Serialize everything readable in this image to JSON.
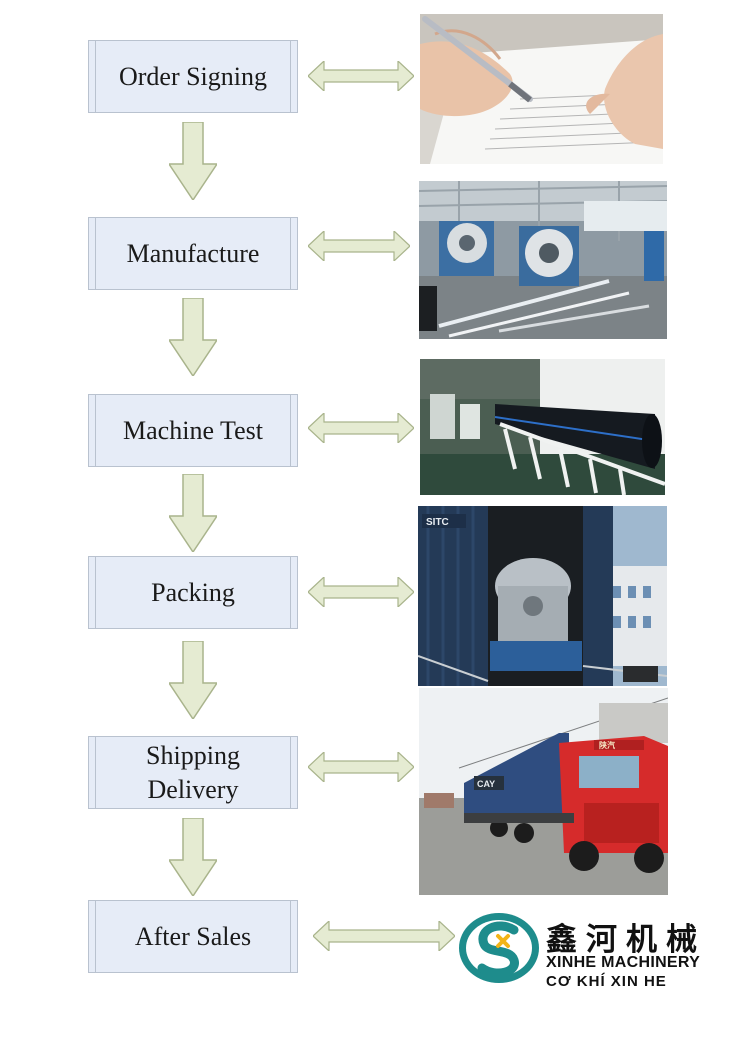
{
  "steps": [
    {
      "label": "Order Signing"
    },
    {
      "label": "Manufacture"
    },
    {
      "label": "Machine Test"
    },
    {
      "label": "Packing"
    },
    {
      "label": "Shipping\nDelivery"
    },
    {
      "label": "After Sales"
    }
  ],
  "logo": {
    "name_cn": "鑫河机械",
    "name_en": "XINHE MACHINERY",
    "name_vn": "CƠ KHÍ XIN HE",
    "brand_teal": "#1e8c8c",
    "brand_yellow": "#f2b418"
  },
  "colors": {
    "box_fill": "#e6ecf7",
    "box_border": "#b9c2cf",
    "arrow_fill": "#e5ebd2",
    "arrow_stroke": "#a9b48c"
  },
  "icons": [
    "down-arrow-icon",
    "double-arrow-icon"
  ]
}
